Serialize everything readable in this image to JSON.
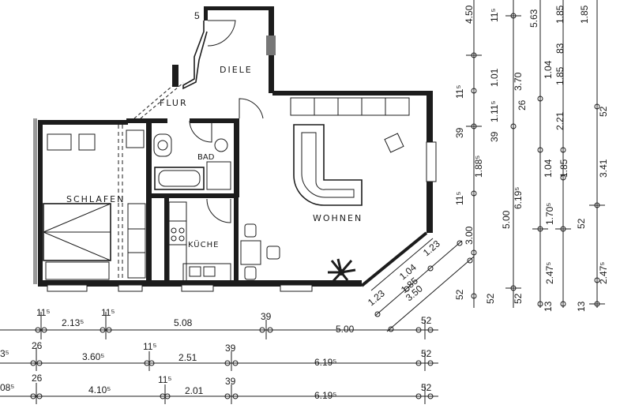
{
  "rooms": {
    "diele": "DIELE",
    "flur": "FLUR",
    "bad": "BAD",
    "schlafen": "SCHLAFEN",
    "wohnen": "WOHNEN",
    "kueche": "KÜCHE"
  },
  "door_mark": "5",
  "dims_bottom": {
    "row1": [
      "11⁵",
      "2.13⁵",
      "11⁵",
      "5.08",
      "39",
      "5.00",
      "52"
    ],
    "row2": [
      "26",
      "3.60⁵",
      "11⁵",
      "2.51",
      "39",
      "6.19⁵",
      "52"
    ],
    "row3": [
      "26",
      "4.10⁵",
      "11⁵",
      "2.01",
      "39",
      "6.19⁵",
      "52"
    ],
    "left_partial": [
      "3⁵",
      "08⁵"
    ]
  },
  "dims_right": {
    "col1": [
      "4.50",
      "11⁵",
      "39",
      "11⁵",
      "3.00",
      "52"
    ],
    "col2": [
      "11⁵",
      "1.01",
      "1.11⁵",
      "39",
      "1.88⁵",
      "52"
    ],
    "col3": [
      "5.63",
      "3.70",
      "6.19⁵",
      "5.00",
      "52"
    ],
    "col4": [
      "26",
      "1.04",
      "1.04",
      "1.70⁵",
      "2.47⁵",
      "13"
    ],
    "col5": [
      "1.85",
      "83",
      "1.85",
      "2.21",
      "1.85",
      "52"
    ],
    "col6": [
      "1.85",
      "52",
      "3.41",
      "2.47⁵",
      "13"
    ]
  },
  "dims_diagonal": [
    "1.23",
    "1.04",
    "1.85",
    "3.50",
    "1.23",
    "52"
  ]
}
